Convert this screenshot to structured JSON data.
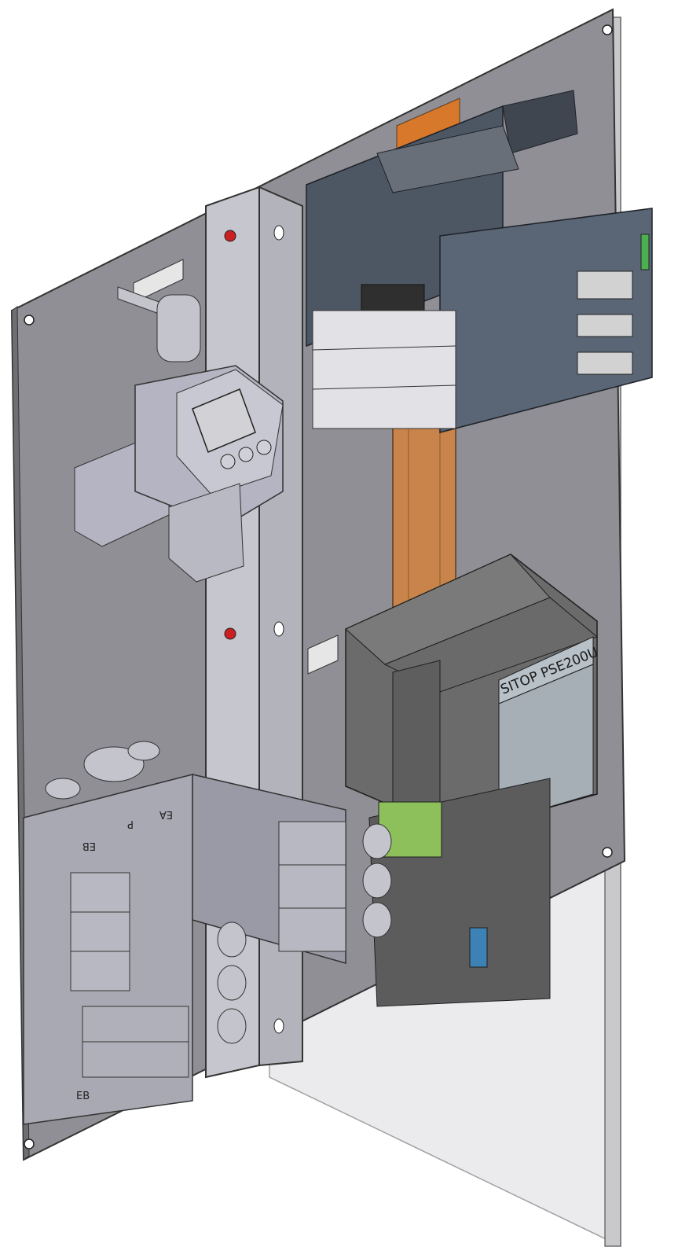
{
  "drawing": {
    "psu_label": "SITOP PSE200U",
    "valve_port_labels": [
      "EA",
      "P",
      "EB"
    ],
    "valve_bottom_label": "EB"
  },
  "colors": {
    "panel": "#8f8f95",
    "rail": "#c4c4cc",
    "module_dark": "#4a5360",
    "din_rail": "#c8844a",
    "psu": "#6b6b6b",
    "sensor": "#b4b4c2",
    "valve": "#a9a9b4",
    "glass": "#d9d9dc",
    "mount_hole_red": "#cc1f1f"
  }
}
